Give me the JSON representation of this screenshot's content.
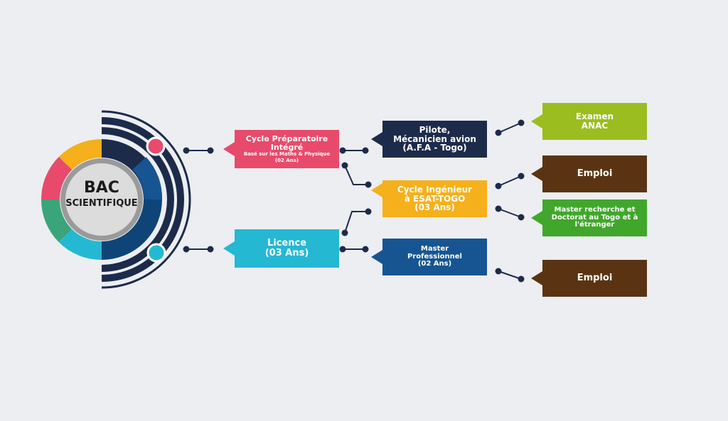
{
  "center": {
    "title": "BAC",
    "subtitle": "SCIENTIFIQUE"
  },
  "colors": {
    "pink": "#e84a6b",
    "cyan": "#25b8d3",
    "navy": "#1d2b4b",
    "yellow": "#f5b01b",
    "blue": "#165591",
    "lime": "#9bbd1f",
    "brown": "#5a3412",
    "green": "#41a72c",
    "green_ring": "#3aa57a",
    "connector": "#1d2b4b"
  },
  "boxes": {
    "cycle_preparatoire": {
      "title": "Cycle Préparatoire Intégré",
      "subtitle": "Basé sur les Maths & Physique",
      "duration": "(02 Ans)"
    },
    "licence": {
      "title": "Licence",
      "duration": "(03 Ans)"
    },
    "pilote": {
      "line1": "Pilote,",
      "line2": "Mécanicien avion",
      "line3": "(A.F.A - Togo)"
    },
    "cycle_ingenieur": {
      "line1": "Cycle Ingénieur",
      "line2": "à ESAT-TOGO",
      "line3": "(03 Ans)"
    },
    "master_pro": {
      "line1": "Master",
      "line2": "Professionnel",
      "line3": "(02 Ans)"
    },
    "examen_anac": {
      "line1": "Examen",
      "line2": "ANAC"
    },
    "emploi_1": {
      "label": "Emploi"
    },
    "master_recherche": {
      "line1": "Master recherche et",
      "line2": "Doctorat au Togo et à",
      "line3": "l'étranger"
    },
    "emploi_2": {
      "label": "Emploi"
    }
  }
}
